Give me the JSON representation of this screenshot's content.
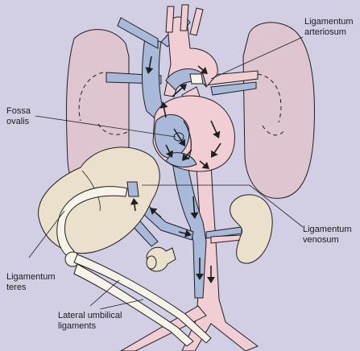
{
  "colors": {
    "background": "#d2cfe4",
    "lung": "#dfc5cf",
    "liver": "#ebe0cb",
    "kidney": "#ebe0cb",
    "artery": "#f1cdd4",
    "vein": "#a9b9da",
    "ligament": "#f7f3e8",
    "outline": "#1f1f1f"
  },
  "labels": {
    "ligamentum_arteriosum": "Ligamentum\narteriosum",
    "fossa_ovalis": "Fossa\novalis",
    "ligamentum_venosum": "Ligamentum\nvenosum",
    "ligamentum_teres": "Ligamentum\nteres",
    "lateral_umbilical_ligaments": "Lateral umbilical\nligaments"
  }
}
